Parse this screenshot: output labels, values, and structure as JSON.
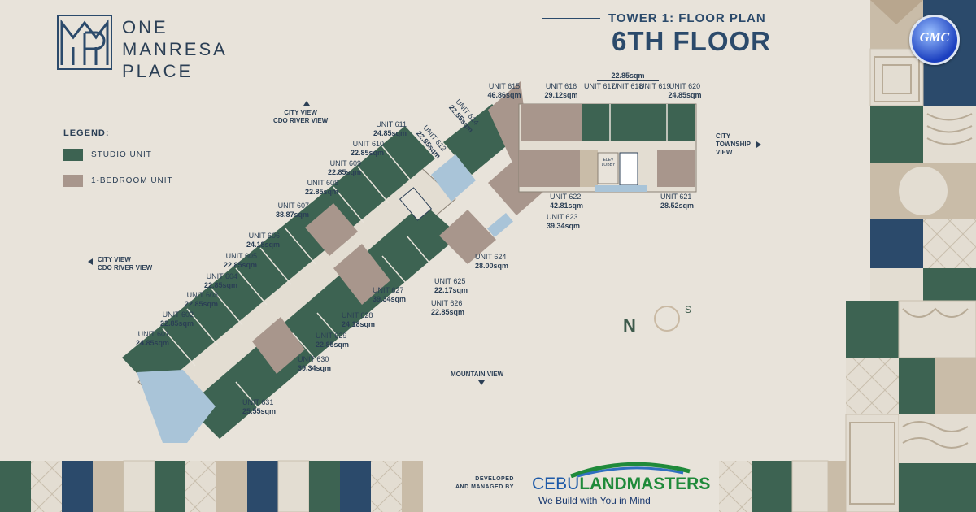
{
  "brand": {
    "line1": "ONE",
    "line2": "MANRESA",
    "line3": "PLACE"
  },
  "header": {
    "subtitle": "TOWER 1: FLOOR PLAN",
    "title": "6TH FLOOR"
  },
  "legend": {
    "title": "LEGEND:",
    "items": [
      {
        "label": "STUDIO UNIT",
        "color": "#3d6352"
      },
      {
        "label": "1-BEDROOM UNIT",
        "color": "#a8968c"
      }
    ]
  },
  "views": {
    "top": {
      "line1": "CITY VIEW",
      "line2": "CDO RIVER VIEW"
    },
    "left": {
      "line1": "CITY VIEW",
      "line2": "CDO RIVER VIEW"
    },
    "right": {
      "line1": "CITY",
      "line2": "TOWNSHIP",
      "line3": "VIEW"
    },
    "bottom": {
      "line1": "MOUNTAIN VIEW"
    }
  },
  "units": {
    "u601": {
      "name": "UNIT 601",
      "area": "24.85sqm"
    },
    "u602": {
      "name": "UNIT 602",
      "area": "22.85sqm"
    },
    "u603": {
      "name": "UNIT 603",
      "area": "22.85sqm"
    },
    "u604": {
      "name": "UNIT 604",
      "area": "22.85sqm"
    },
    "u605": {
      "name": "UNIT 605",
      "area": "22.85sqm"
    },
    "u606": {
      "name": "UNIT 606",
      "area": "24.18sqm"
    },
    "u607": {
      "name": "UNIT 607",
      "area": "38.87sqm"
    },
    "u608": {
      "name": "UNIT 608",
      "area": "22.85sqm"
    },
    "u609": {
      "name": "UNIT 609",
      "area": "22.85sqm"
    },
    "u610": {
      "name": "UNIT 610",
      "area": "22.85sqm"
    },
    "u611": {
      "name": "UNIT 611",
      "area": "24.85sqm"
    },
    "u612": {
      "name": "UNIT 612",
      "area": "22.85sqm"
    },
    "u614": {
      "name": "UNIT 614",
      "area": "22.85sqm"
    },
    "u615": {
      "name": "UNIT 615",
      "area": "46.86sqm"
    },
    "u616": {
      "name": "UNIT 616",
      "area": "29.12sqm"
    },
    "u617": {
      "name": "UNIT 617"
    },
    "u618": {
      "name": "UNIT 618"
    },
    "u619": {
      "name": "UNIT 619"
    },
    "u617_619_area": "22.85sqm",
    "u620": {
      "name": "UNIT 620",
      "area": "24.85sqm"
    },
    "u621": {
      "name": "UNIT 621",
      "area": "28.52sqm"
    },
    "u622": {
      "name": "UNIT 622",
      "area": "42.81sqm"
    },
    "u623": {
      "name": "UNIT 623",
      "area": "39.34sqm"
    },
    "u624": {
      "name": "UNIT 624",
      "area": "28.00sqm"
    },
    "u625": {
      "name": "UNIT 625",
      "area": "22.17sqm"
    },
    "u626": {
      "name": "UNIT 626",
      "area": "22.85sqm"
    },
    "u627": {
      "name": "UNIT 627",
      "area": "39.34sqm"
    },
    "u628": {
      "name": "UNIT 628",
      "area": "24.18sqm"
    },
    "u629": {
      "name": "UNIT 629",
      "area": "22.85sqm"
    },
    "u630": {
      "name": "UNIT 630",
      "area": "39.34sqm"
    },
    "u631": {
      "name": "UNIT 631",
      "area": "25.55sqm"
    }
  },
  "plan_labels": {
    "elev_lobby": "ELEV LOBBY"
  },
  "compass": {
    "north": "N",
    "south": "S"
  },
  "developer": {
    "line1": "DEVELOPED",
    "line2": "AND MANAGED BY",
    "name_part1": "CEBU",
    "name_part2": "LANDMASTERS",
    "tagline": "We Build with You in Mind"
  },
  "badge": {
    "text": "GMC"
  },
  "colors": {
    "background": "#e8e3da",
    "studio": "#3d6352",
    "one_bedroom": "#a8968c",
    "amenity_blue": "#a9c4d8",
    "navy": "#2b4a6b"
  }
}
